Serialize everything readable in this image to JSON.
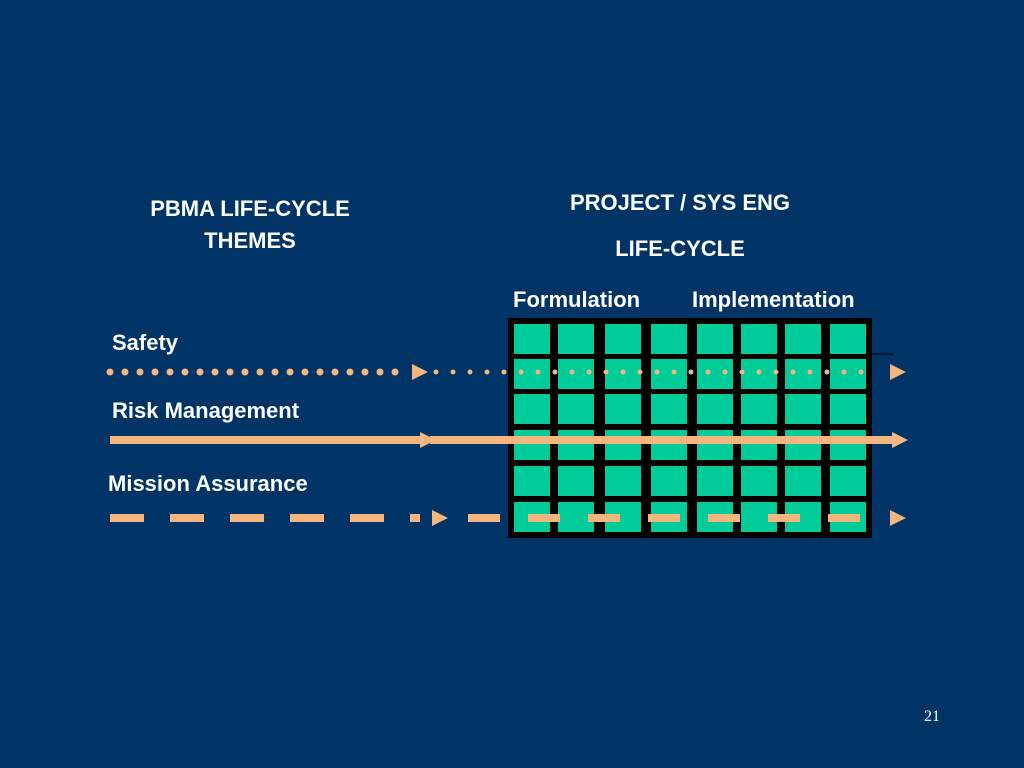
{
  "slide": {
    "left_title_line1": "PBMA LIFE-CYCLE",
    "left_title_line2": "THEMES",
    "right_title_line1": "PROJECT / SYS ENG",
    "right_title_line2": "LIFE-CYCLE",
    "phase_labels": {
      "formulation": "Formulation",
      "implementation": "Implementation"
    },
    "themes": [
      {
        "label": "Safety",
        "line_style": "dotted"
      },
      {
        "label": "Risk Management",
        "line_style": "solid"
      },
      {
        "label": "Mission Assurance",
        "line_style": "dashed"
      }
    ],
    "page_number": "21"
  },
  "colors": {
    "background": "#003366",
    "grid_cell": "#00CC99",
    "grid_border": "#000000",
    "arrow": "#F4B67E",
    "text": "#FFFFFF"
  },
  "grid": {
    "rows": 6,
    "columns": 8
  }
}
